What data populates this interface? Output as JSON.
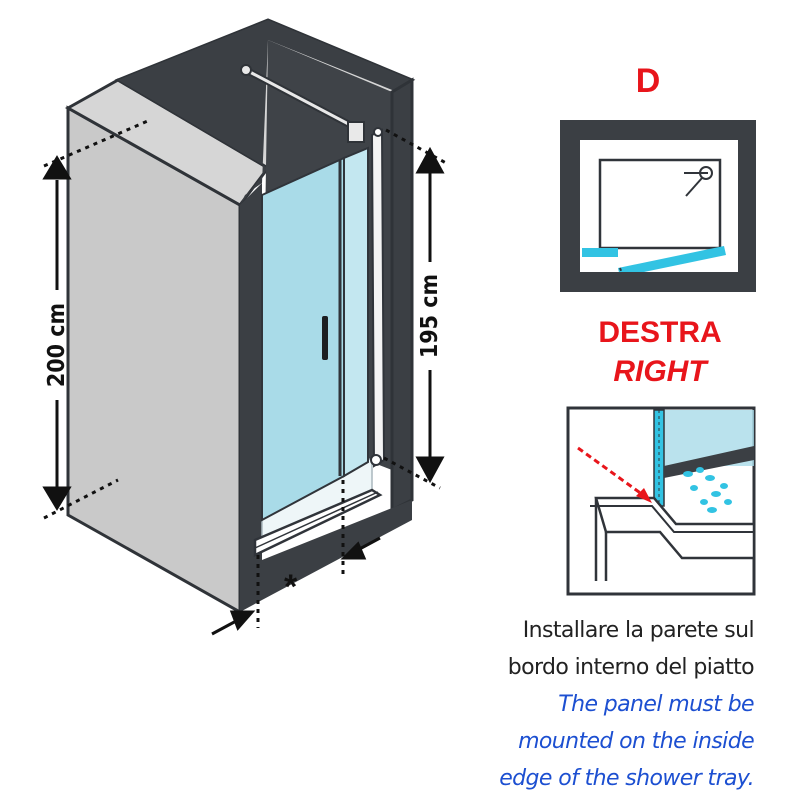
{
  "colors": {
    "wall_front": "#c9c9c9",
    "wall_dark": "#3b3f44",
    "glass": "#a9dbe8",
    "tray": "#eef6f8",
    "label_red": "#e8151b",
    "caption_blue": "#1c4fd1",
    "water_cyan": "#32c3e3"
  },
  "main_drawing": {
    "dimension_height_total": "200 cm",
    "dimension_height_door": "195 cm",
    "asterisk": "*"
  },
  "side_panel": {
    "version_letter": "D",
    "label_it": "DESTRA",
    "label_en": "RIGHT"
  },
  "instructions": {
    "it_line1": "Installare la parete sul",
    "it_line2": "bordo interno del piatto",
    "en_line1": "The panel must be",
    "en_line2": "mounted on the inside",
    "en_line3": "edge of the shower tray."
  }
}
